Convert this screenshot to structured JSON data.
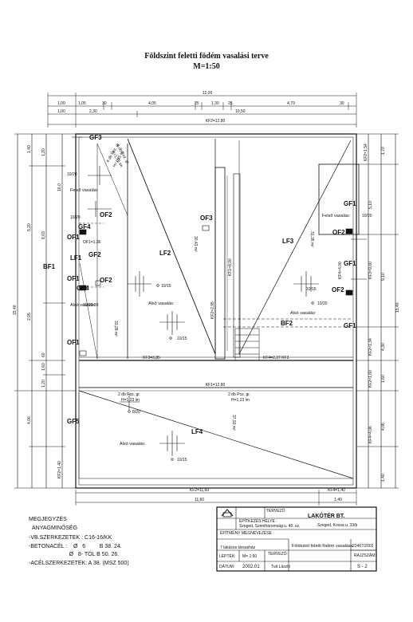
{
  "title": {
    "line1": "Földszint feletti födém vasalási terve",
    "line2": "M=1:50"
  },
  "top_dimensions": {
    "overall": "12,00",
    "segments": [
      "1,00",
      "1,05",
      "30",
      "4,05",
      "25",
      "1,30",
      "25",
      "4,70",
      "30"
    ],
    "row2": [
      "1,00",
      "2,30",
      "10,50"
    ],
    "kf": "KF2=12,80"
  },
  "left_dimensions": [
    "1,40",
    "5,20",
    "8,03",
    "15,40",
    "2,95",
    "1,60",
    "4,06",
    "KF2=1,40",
    "1,20",
    "60",
    "10,0",
    "1,20"
  ],
  "right_dimensions": [
    "1,70",
    "KF2=1,54",
    "5,10",
    "KF3=9,00",
    "9,10",
    "15,40",
    "KF2=1,34",
    "KF2=1,60",
    "KF4=4,06",
    "4,06",
    "1,40",
    "4,30",
    "1,60"
  ],
  "bottom_dimensions": {
    "kf2": "KF2=11,60",
    "kf4": "KF4=1,40",
    "overall": "11,60",
    "tail": "1,40"
  },
  "inner_dimensions": {
    "kf3": "KF3=3,85",
    "kf1": "KF1=12,80",
    "kf1_vert": "KF1=8,00",
    "kf4_vert": "KF4=4,00",
    "kf2_vert": "KF2=2,95",
    "kf4_stair": "KF4=2,37  KF3"
  },
  "labels": {
    "gf3": "GF3",
    "gf4": "GF4",
    "gf5": "GF5",
    "gf1_a": "GF1",
    "gf1_b": "GF1",
    "gf1_c": "GF1",
    "gf2_a": "GF2",
    "gf2_b": "GF4",
    "of1_a": "OF1",
    "of1_b": "OF1",
    "of1_c": "OF1",
    "of2_a": "OF2",
    "of2_b": "OF2",
    "of2_c": "OF2",
    "of2_d": "OF2",
    "of3": "OF3",
    "lf1": "LF1",
    "lf2": "LF2",
    "lf3": "LF3",
    "lf4": "LF4",
    "bf1": "BF1",
    "bf2": "BF2",
    "of1_dim": "OF1=1,36"
  },
  "rebar": {
    "felso_1": "Felső vasalás:",
    "felso_2": "Felső vasalás:",
    "also_1": "Alsó vasalás:",
    "also_2": "Alsó vasalás:",
    "also_3": "Alsó vasalás:",
    "also_4": "Alsó vasalás:",
    "s1": "10/20",
    "s2": "10/20",
    "s3": "10/20:20",
    "s4": "10/15",
    "s5": "10/15",
    "s6": "10/15",
    "s7": "10/20",
    "s8": "8/20",
    "s9": "10/15",
    "s10": "10/20",
    "phi": "Φ"
  },
  "load_notes": {
    "n1": "4 db Poz. gr.",
    "n2": "H=1,35 lm",
    "n3": "4 db Poz. gr.",
    "n4": "H=1,35 lm",
    "n5": "2 db Poz. gr.",
    "n6": "H=1,23 lm",
    "n7": "2 db Poz. gr.",
    "n8": "H=1,23 lm",
    "a1": "30,43 m²",
    "a2": "33,28 m²",
    "a3": "31,35 m²",
    "a4": "37,91 m²"
  },
  "notes": {
    "heading": "MEGJEGYZÉS",
    "subheading": "ANYAGMINŐSÉG",
    "lines": [
      "-VB.SZERKEZETEK : C16-16/KK",
      "-BETONACÉL :    Ø   6         B 38. 24.",
      "                          Ø   8- TÓL B 50. 26.",
      "-ACÉLSZERKEZETEK: A 38. (MSZ 500)"
    ]
  },
  "title_block": {
    "designer_label": "TERVEZŐ",
    "company": "LAKÓTÉR BT.",
    "company_addr": "Szeged, Kossa u. 33/b",
    "site_label": "ÉPÍTKEZÉS HELYE :",
    "site": "Szeged, Szentháromság u. 40. sz.",
    "building_label": "ÉPÍTMÉNY MEGNEVEZÉSE :",
    "building": "7 lakásos társasház",
    "drawing_title": "Földszint feletti födém vasalása",
    "scale_label": "LÉPTÉK:",
    "scale": "M= 1:50",
    "tervezo_label": "TERVEZŐ:",
    "sheet_label": "RAJZSZÁM:",
    "sheet": "S - 2",
    "date_label": "DÁTUM:",
    "date": "2002.01",
    "author": "Tuit László",
    "plan_no": "22467/2002"
  }
}
